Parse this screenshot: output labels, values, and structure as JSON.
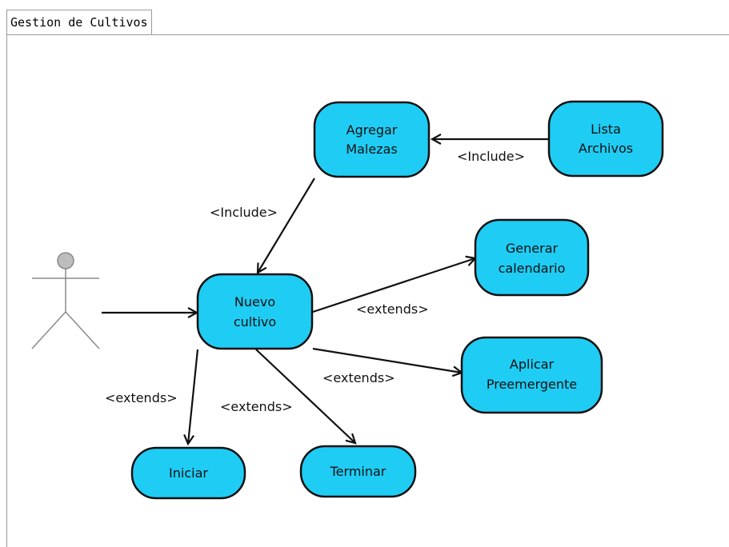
{
  "frame": {
    "title": "Gestion de Cultivos"
  },
  "colors": {
    "use_case_fill": "#1fccf4",
    "use_case_stroke": "#111111",
    "actor_head_fill": "#bdbdbd",
    "actor_stroke": "#8a8a8a",
    "edge_stroke": "#111111"
  },
  "use_cases": {
    "agregar_malezas": {
      "line1": "Agregar",
      "line2": "Malezas"
    },
    "lista_archivos": {
      "line1": "Lista",
      "line2": "Archivos"
    },
    "generar_calendario": {
      "line1": "Generar",
      "line2": "calendario"
    },
    "nuevo_cultivo": {
      "line1": "Nuevo",
      "line2": "cultivo"
    },
    "aplicar_preemergente": {
      "line1": "Aplicar",
      "line2": "Preemergente"
    },
    "iniciar": {
      "line1": "Iniciar"
    },
    "terminar": {
      "line1": "Terminar"
    }
  },
  "relationships": {
    "lista_to_agregar": "<Include>",
    "agregar_to_nuevo": "<Include>",
    "nuevo_to_generar": "<extends>",
    "nuevo_to_aplicar": "<extends>",
    "nuevo_to_iniciar": "<extends>",
    "nuevo_to_terminar": "<extends>"
  }
}
